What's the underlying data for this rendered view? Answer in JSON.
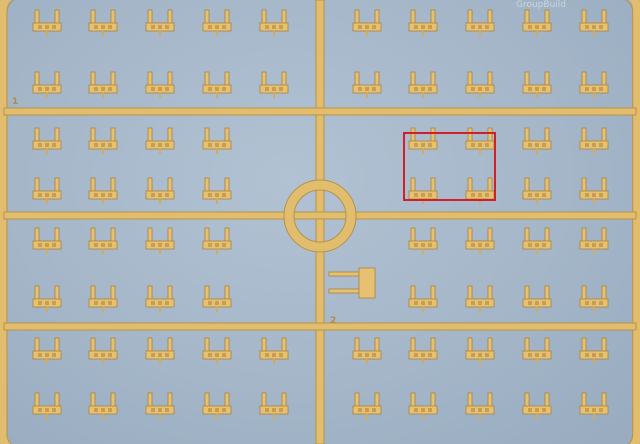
{
  "photo": {
    "watermark_text": "GroupBuild",
    "sprue_numbers": [
      "1",
      "2"
    ],
    "colors": {
      "background": "#a7b9cb",
      "plastic": "#e3bd6e",
      "highlight": "#d0202a"
    },
    "highlight": {
      "description_visible": false
    }
  }
}
